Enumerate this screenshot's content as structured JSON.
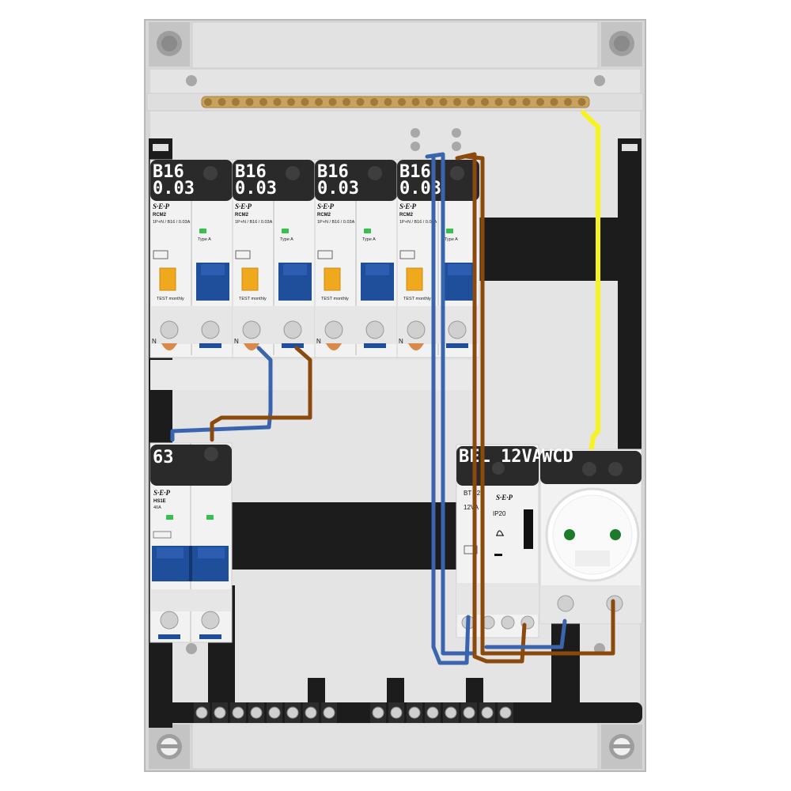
{
  "colors": {
    "frame": "#d9d9d9",
    "din_rail": "#1c1c1c",
    "label_bg": "#2a2a2a",
    "module_body": "#f2f2f2",
    "busbar": "#c9a25e",
    "wire_blue": "#3a65ae",
    "wire_brown": "#8b4a0c",
    "wire_yellow": "#f7f31f",
    "toggle_blue": "#1f4e9a",
    "test_button": "#f0a81c",
    "led_green": "#33c24a"
  },
  "rcbos": [
    {
      "label_line1": "B16",
      "label_line2": "0.03",
      "brand": "S·E·P",
      "model": "RCM2",
      "rating": "1P+N / B16 / 0.03A",
      "type_text": "Type A",
      "test_text": "TEST monthly",
      "neutral_mark": "N"
    },
    {
      "label_line1": "B16",
      "label_line2": "0.03",
      "brand": "S·E·P",
      "model": "RCM2",
      "rating": "1P+N / B16 / 0.03A",
      "type_text": "Type A",
      "test_text": "TEST monthly",
      "neutral_mark": "N"
    },
    {
      "label_line1": "B16",
      "label_line2": "0.03",
      "brand": "S·E·P",
      "model": "RCM2",
      "rating": "1P+N / B16 / 0.03A",
      "type_text": "Type A",
      "test_text": "TEST monthly",
      "neutral_mark": "N"
    },
    {
      "label_line1": "B16",
      "label_line2": "0.03",
      "brand": "S·E·P",
      "model": "RCM2",
      "rating": "1P+N / B16 / 0.03A",
      "type_text": "Type A",
      "test_text": "TEST monthly",
      "neutral_mark": "N"
    }
  ],
  "main_switch": {
    "label": "63",
    "brand": "S·E·P",
    "model": "HS1E",
    "rating": "40A"
  },
  "bell_transformer": {
    "label": "BEL 12VA",
    "model": "BT 12",
    "rating": "12VA",
    "ip": "IP20",
    "brand": "S·E·P"
  },
  "socket": {
    "label": "WCD"
  }
}
